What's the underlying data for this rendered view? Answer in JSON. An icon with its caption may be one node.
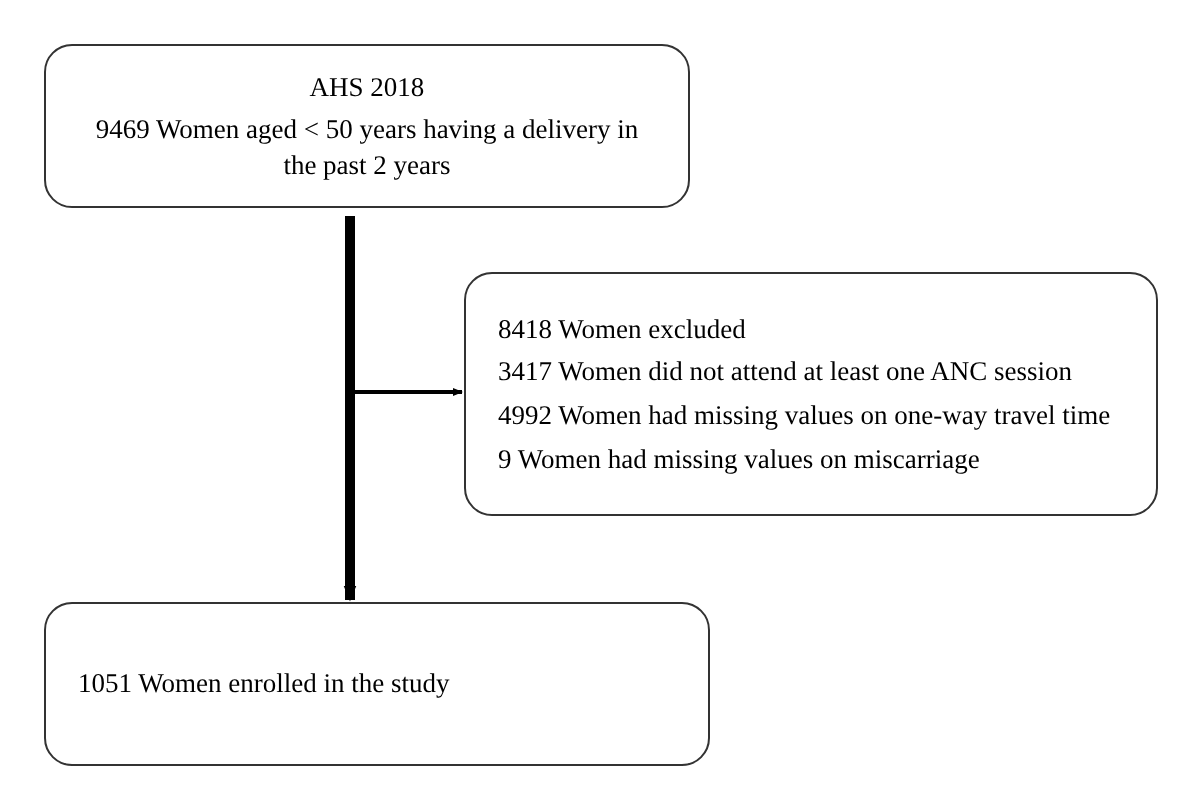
{
  "diagram": {
    "nodes": [
      {
        "text": [
          "AHS 2018",
          "9469 Women aged < 50 years having a delivery in the past 2 years"
        ]
      },
      {
        "text": [
          "8418 Women excluded",
          "3417 Women did not attend at least one ANC session",
          "4992 Women had missing values on one-way travel time",
          "9 Women had missing values on miscarriage"
        ]
      },
      {
        "text": [
          "1051 Women enrolled in the study"
        ]
      }
    ],
    "edges": [
      {
        "from": 0,
        "to": 2,
        "arrow": "to",
        "style": "thick"
      },
      {
        "from": 0,
        "to": 1,
        "arrow": "to"
      }
    ]
  }
}
